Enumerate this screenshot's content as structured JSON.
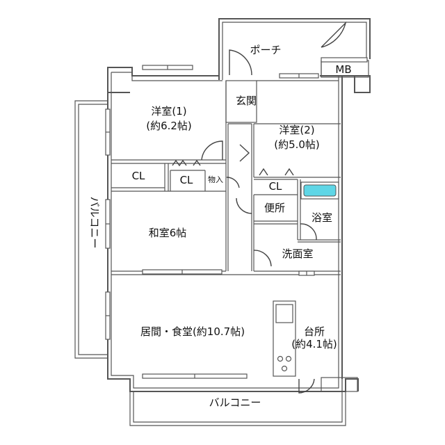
{
  "rooms": {
    "porch": "ポーチ",
    "mb": "MB",
    "entrance": "玄関",
    "western1_name": "洋室(1)",
    "western1_size": "(約6.2帖)",
    "western2_name": "洋室(2)",
    "western2_size": "(約5.0帖)",
    "cl1": "CL",
    "cl2": "CL",
    "cl3": "CL",
    "storage": "物入",
    "toilet": "便所",
    "bath": "浴室",
    "washroom": "洗面室",
    "japanese": "和室6帖",
    "living": "居間・食堂(約10.7帖)",
    "kitchen_name": "台所",
    "kitchen_size": "(約4.1帖)",
    "balcony_left": "バルコニー",
    "balcony_bottom": "バルコニー"
  },
  "colors": {
    "wall": "#555555",
    "bathtub": "#5fd6e6"
  }
}
